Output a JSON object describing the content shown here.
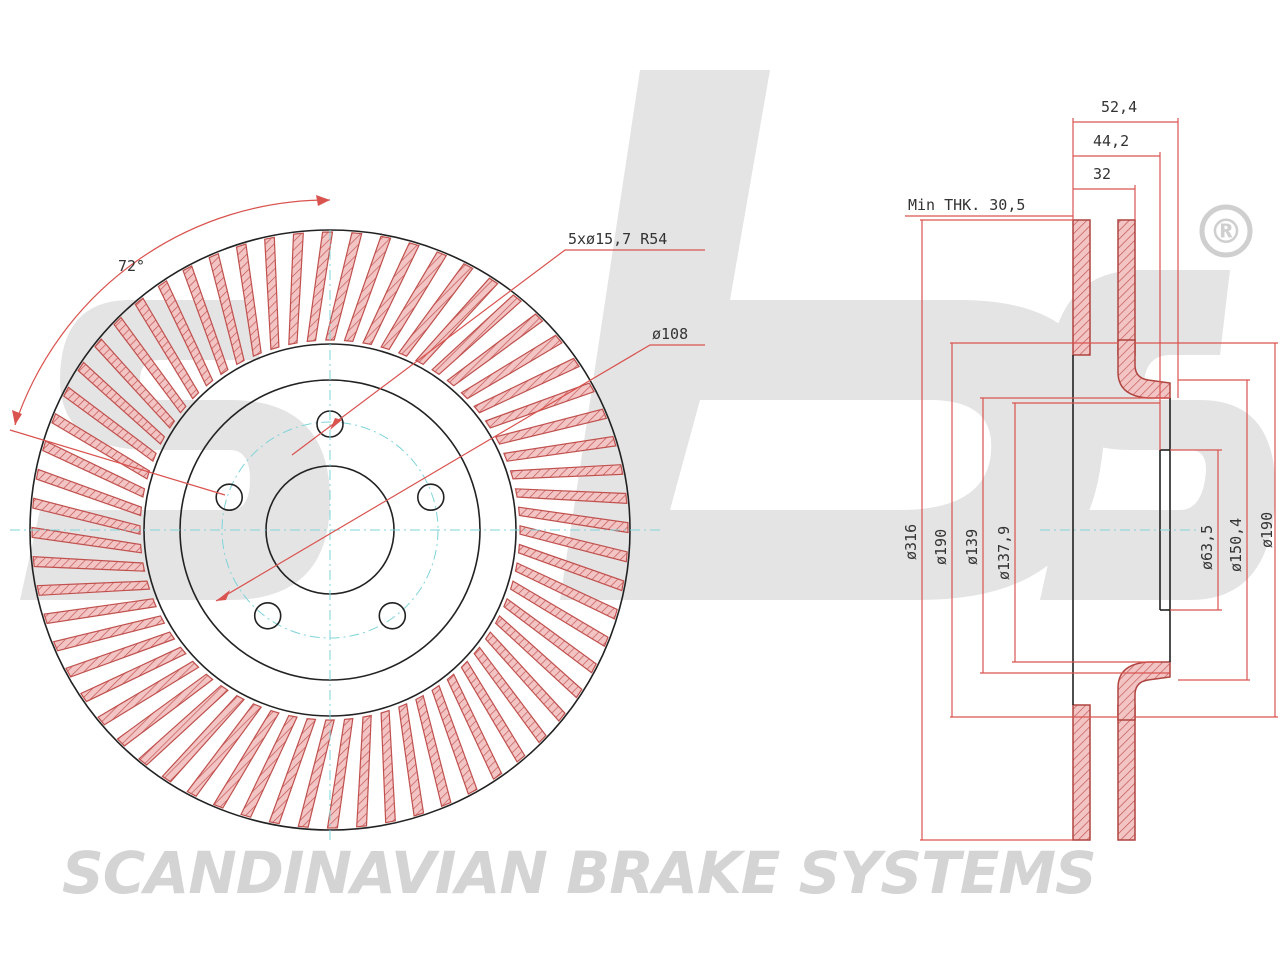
{
  "brand": {
    "logo": "sbs",
    "registered_mark": "®",
    "tagline": "SCANDINAVIAN BRAKE SYSTEMS"
  },
  "colors": {
    "hatch_fill": "#f2c4c4",
    "hatch_line": "#c0504d",
    "dimension_line": "#d9534f",
    "center_line": "#7fd4d9",
    "outline": "#222222",
    "watermark": "#d4d4d4"
  },
  "front_view": {
    "vane_count": 64,
    "bolt_holes": 5,
    "labels": {
      "angle": "72°",
      "bolt_holes": "5xø15,7  R54",
      "bolt_circle": "ø108"
    }
  },
  "side_view": {
    "labels": {
      "overall_width": "52,4",
      "hat_height": "44,2",
      "rotor_thickness": "32",
      "min_thickness": "Min THK. 30,5",
      "outer_diameter": "ø316",
      "friction_inner_diameter": "ø190",
      "hat_outer_diameter": "ø139",
      "hat_inner_diameter": "ø137,9",
      "center_bore": "ø63,5",
      "hat_face_diameter": "ø150,4",
      "friction_inner_diameter_right": "ø190"
    }
  }
}
